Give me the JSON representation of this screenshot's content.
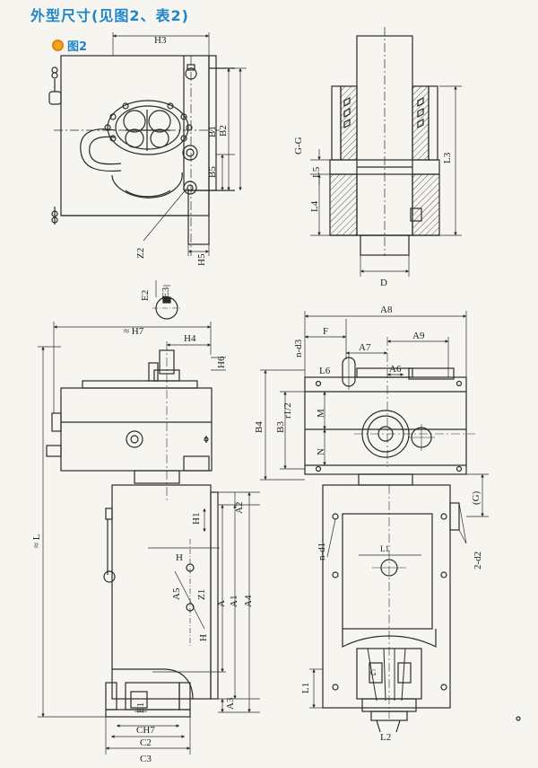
{
  "header": {
    "title": "外型尺寸(见图2、表2)"
  },
  "figure": {
    "label": "图2"
  },
  "colors": {
    "accent": "#1d86c8",
    "badge": "#f3a51c",
    "line": "#2a2a2a",
    "hatch": "#555555"
  },
  "labels": {
    "H3": "H3",
    "B1": "B1",
    "B2": "B2",
    "B5": "B5",
    "Z2": "Z2",
    "H5": "H5",
    "GG": "G-G",
    "L5": "L5",
    "L4": "L4",
    "L3": "L3",
    "D": "D",
    "E2": "E2",
    "E3": "E3",
    "H7": "≈ H7",
    "H4": "H4",
    "H6": "H6",
    "L": "≈ L",
    "H1": "H1",
    "A2": "A2",
    "H": "H",
    "A5": "A5",
    "Z1": "Z1",
    "A": "A",
    "A1": "A1",
    "A4": "A4",
    "HH": "H",
    "E1": "E1",
    "A3": "A3",
    "CH7": "CH7",
    "C2": "C2",
    "C3": "C3",
    "A8": "A8",
    "F": "F",
    "nd3": "n-d3",
    "A7": "A7",
    "A6": "A6",
    "A9": "A9",
    "L6": "L6",
    "M": "M",
    "r12": "r1/2",
    "B4": "B4",
    "B3": "B3",
    "N": "N",
    "G": "(G)",
    "nd1": "n-d1",
    "L1small": "L1",
    "twod2": "2-d2",
    "L1": "L1",
    "L2": "L2",
    "Gsmall": "G"
  }
}
